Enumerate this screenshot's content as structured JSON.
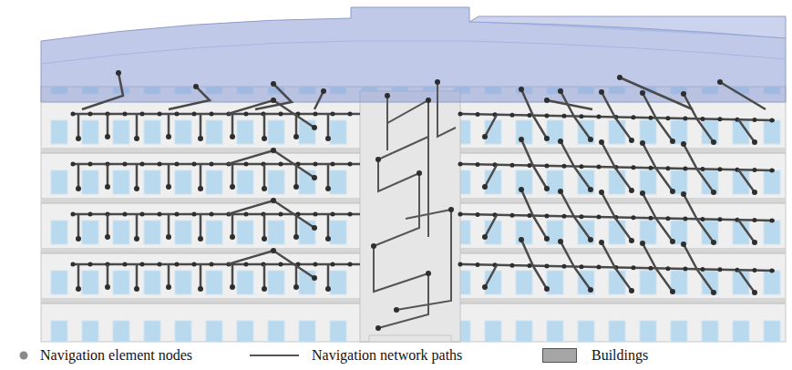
{
  "diagram": {
    "legend": [
      {
        "text": "Navigation element nodes"
      },
      {
        "text": "Navigation network paths"
      },
      {
        "text": "Buildings",
        "color": "#a6a6a6"
      }
    ]
  }
}
